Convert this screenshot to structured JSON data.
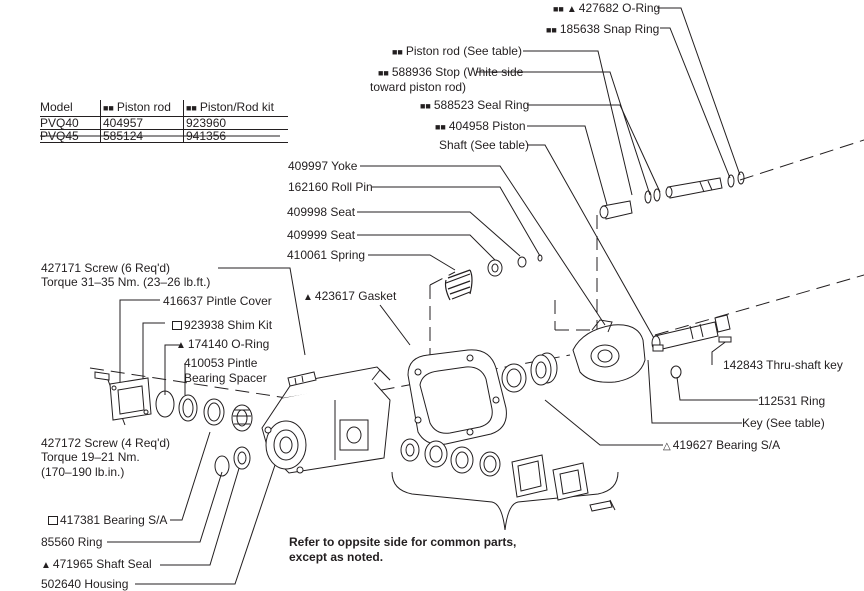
{
  "table": {
    "headers": [
      "Model",
      "Piston rod",
      "Piston/Rod kit"
    ],
    "rows": [
      [
        "PVQ40",
        "404957",
        "923960"
      ],
      [
        "PVQ45",
        "585124",
        "941356"
      ]
    ]
  },
  "labels": {
    "oring_427682": "427682 O-Ring",
    "snap_185638": "185638 Snap Ring",
    "piston_rod": "Piston rod (See table)",
    "stop_588936_a": "588936 Stop (White side",
    "stop_588936_b": "toward piston rod)",
    "seal_588523": "588523 Seal Ring",
    "piston_404958": "404958 Piston",
    "shaft": "Shaft (See table)",
    "yoke_409997": "409997 Yoke",
    "rollpin_162160": "162160 Roll Pin",
    "seat_409998": "409998 Seat",
    "seat_409999": "409999 Seat",
    "spring_410061": "410061 Spring",
    "gasket_423617": "423617 Gasket",
    "screw_427171_a": "427171 Screw (6 Req'd)",
    "screw_427171_b": "Torque 31–35 Nm. (23–26  lb.ft.)",
    "pintle_416637": "416637 Pintle Cover",
    "shim_923938": "923938 Shim Kit",
    "oring_174140": "174140 O-Ring",
    "spacer_410053_a": "410053 Pintle",
    "spacer_410053_b": "Bearing Spacer",
    "screw_427172_a": "427172 Screw (4 Req'd)",
    "screw_427172_b": "Torque 19–21 Nm.",
    "screw_427172_c": "(170–190 lb.in.)",
    "bearing_417381": "417381 Bearing S/A",
    "ring_85560": "85560 Ring",
    "seal_471965": "471965 Shaft Seal",
    "housing_502640": "502640 Housing",
    "key_142843": "142843 Thru-shaft key",
    "ring_112531": "112531 Ring",
    "key_table": "Key (See table)",
    "bearing_419627": "419627 Bearing S/A"
  },
  "note": {
    "line1": "Refer to oppsite side for common parts,",
    "line2": "except as noted."
  }
}
